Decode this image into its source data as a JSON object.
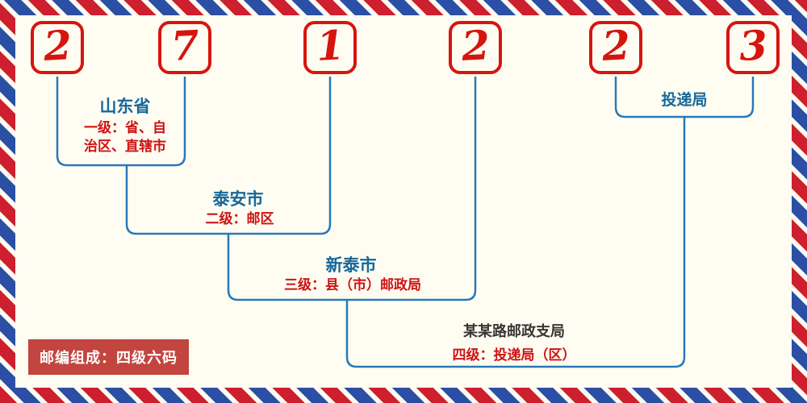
{
  "postal_code": {
    "digits": [
      "2",
      "7",
      "1",
      "2",
      "2",
      "3"
    ]
  },
  "levels": {
    "level1": {
      "place": "山东省",
      "desc_lines": [
        "一级：省、自",
        "治区、直辖市"
      ]
    },
    "level2": {
      "place": "泰安市",
      "desc": "二级：邮区"
    },
    "level3": {
      "place": "新泰市",
      "desc": "三级：县（市）邮政局"
    },
    "level4": {
      "place": "某某路邮政支局",
      "desc": "四级：投递局（区）"
    },
    "delivery_label": "投递局"
  },
  "footer": {
    "badge": "邮编组成：四级六码"
  },
  "colors": {
    "digit_red": "#d6150f",
    "label_blue": "#16689c",
    "desc_red": "#cc1414",
    "line_blue": "#2878b8",
    "badge_bg": "#c3453f",
    "badge_text": "#ffffff",
    "border_red": "#ce1f2e",
    "border_blue": "#2b4fa4",
    "background": "#fffdf2"
  }
}
